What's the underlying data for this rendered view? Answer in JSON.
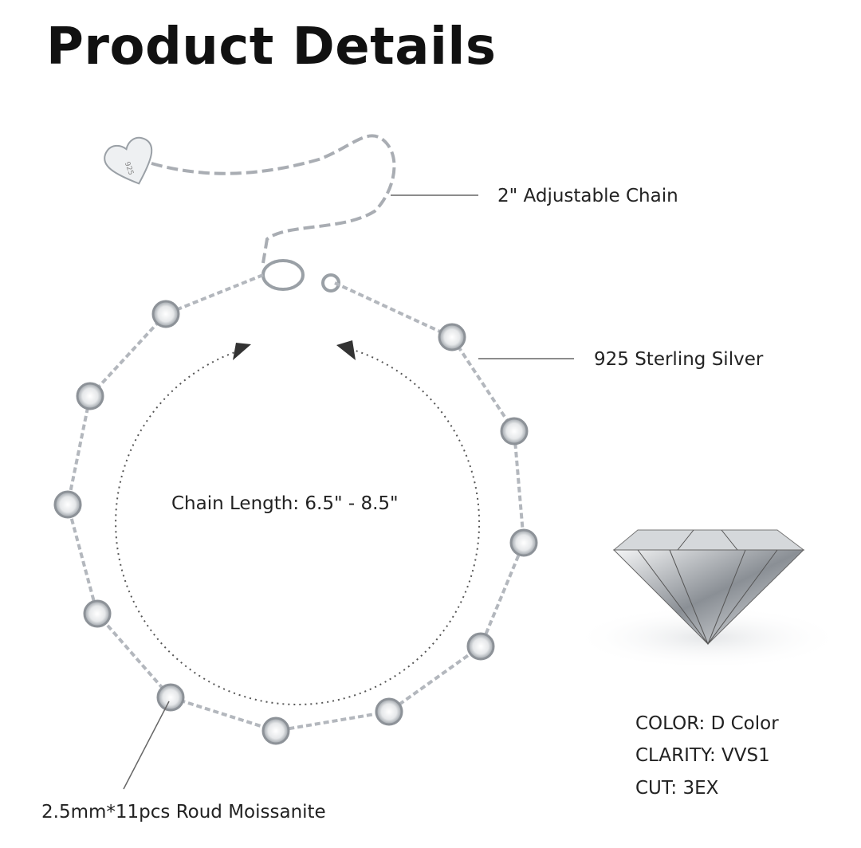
{
  "title": "Product Details",
  "callouts": {
    "extender": "2\" Adjustable Chain",
    "material": "925 Sterling Silver",
    "length": "Chain Length: 6.5\" - 8.5\"",
    "stones": "2.5mm*11pcs Roud Moissanite"
  },
  "specs": {
    "color": "COLOR: D Color",
    "clarity": "CLARITY: VVS1",
    "cut": "CUT: 3EX"
  },
  "charm_engraving": "925",
  "colors": {
    "silver": "#b8bcc2",
    "text": "#222222"
  }
}
